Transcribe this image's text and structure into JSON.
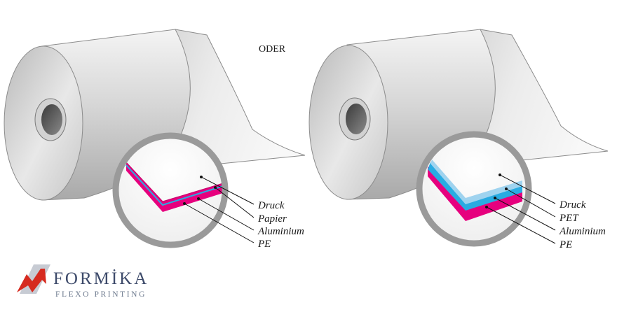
{
  "separator": "ODER",
  "left_roll": {
    "layers": [
      "Druck",
      "Papier",
      "Aluminium",
      "PE"
    ]
  },
  "right_roll": {
    "layers": [
      "Druck",
      "PET",
      "Aluminium",
      "PE"
    ]
  },
  "logo": {
    "brand": "FORMİKA",
    "tagline": "FLEXO PRINTING"
  },
  "colors": {
    "magenta": "#e6007e",
    "cyan": "#29abe2",
    "light_blue": "#9fd3ef",
    "lens_ring": "#9a9a9a",
    "logo_red": "#d62a1f",
    "logo_navy": "#3d4a6a"
  }
}
